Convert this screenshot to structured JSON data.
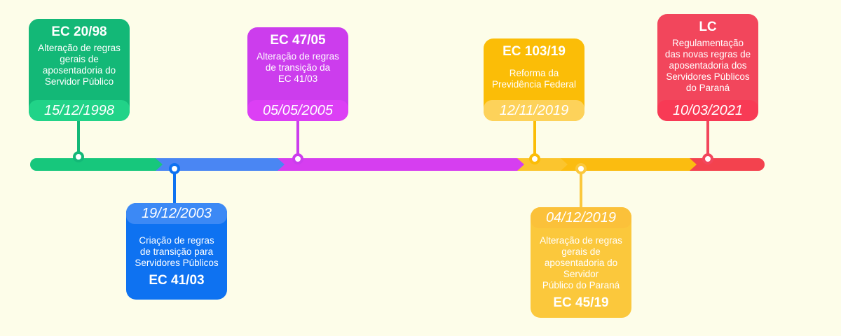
{
  "events": [
    {
      "id": "ec2098",
      "title": "EC 20/98",
      "desc": "Alteração de regras\ngerais de\naposentadoria do\nServidor Público",
      "date": "15/12/1998",
      "color": "#13b877",
      "dateColor": "#21d388"
    },
    {
      "id": "ec4103",
      "title": "EC 41/03",
      "desc": "Criação de regras\nde transição para\nServidores Públicos",
      "date": "19/12/2003",
      "color": "#0e72f1",
      "dateColor": "#3c89f5"
    },
    {
      "id": "ec4705",
      "title": "EC 47/05",
      "desc": "Alteração de regras\nde transição da\nEC 41/03",
      "date": "05/05/2005",
      "color": "#cc3ded",
      "dateColor": "#dc3ff5"
    },
    {
      "id": "ec10319",
      "title": "EC 103/19",
      "desc": "Reforma da\nPrevidência Federal",
      "date": "12/11/2019",
      "color": "#fbbd07",
      "dateColor": "#fdd25a"
    },
    {
      "id": "ec4519",
      "title": "EC 45/19",
      "desc": "Alteração de regras\ngerais de\naposentadoria do\nServidor\nPúblico do Paraná",
      "date": "04/12/2019",
      "color": "#fbc83c",
      "dateColor": "#fbc13a"
    },
    {
      "id": "lc",
      "title": "LC",
      "desc": "Regulamentação\ndas novas regras de\naposentadoria dos\nServidores Públicos\ndo Paraná",
      "date": "10/03/2021",
      "color": "#f2465c",
      "dateColor": "#f83a55"
    }
  ],
  "segment_colors": [
    "#17c77c",
    "#4a86f3",
    "#d63ef0",
    "#fbc52e",
    "#fbbc10",
    "#f3424e"
  ]
}
